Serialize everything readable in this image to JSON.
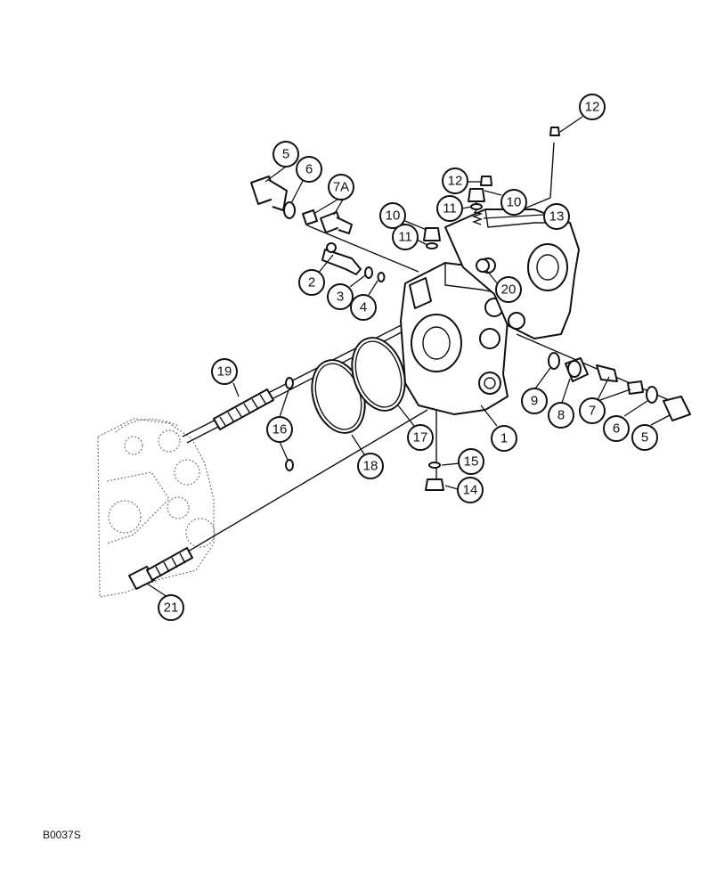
{
  "callouts": [
    {
      "id": "c1",
      "label": "1"
    },
    {
      "id": "c2",
      "label": "2"
    },
    {
      "id": "c3",
      "label": "3"
    },
    {
      "id": "c4",
      "label": "4"
    },
    {
      "id": "c5a",
      "label": "5"
    },
    {
      "id": "c5b",
      "label": "5"
    },
    {
      "id": "c6a",
      "label": "6"
    },
    {
      "id": "c6b",
      "label": "6"
    },
    {
      "id": "c7",
      "label": "7"
    },
    {
      "id": "c7a",
      "label": "7A"
    },
    {
      "id": "c8",
      "label": "8"
    },
    {
      "id": "c9",
      "label": "9"
    },
    {
      "id": "c10a",
      "label": "10"
    },
    {
      "id": "c10b",
      "label": "10"
    },
    {
      "id": "c11a",
      "label": "11"
    },
    {
      "id": "c11b",
      "label": "11"
    },
    {
      "id": "c12a",
      "label": "12"
    },
    {
      "id": "c12b",
      "label": "12"
    },
    {
      "id": "c13",
      "label": "13"
    },
    {
      "id": "c14",
      "label": "14"
    },
    {
      "id": "c15",
      "label": "15"
    },
    {
      "id": "c16",
      "label": "16"
    },
    {
      "id": "c17",
      "label": "17"
    },
    {
      "id": "c18",
      "label": "18"
    },
    {
      "id": "c19",
      "label": "19"
    },
    {
      "id": "c20",
      "label": "20"
    },
    {
      "id": "c21",
      "label": "21"
    }
  ],
  "figure_code": "B0037S"
}
